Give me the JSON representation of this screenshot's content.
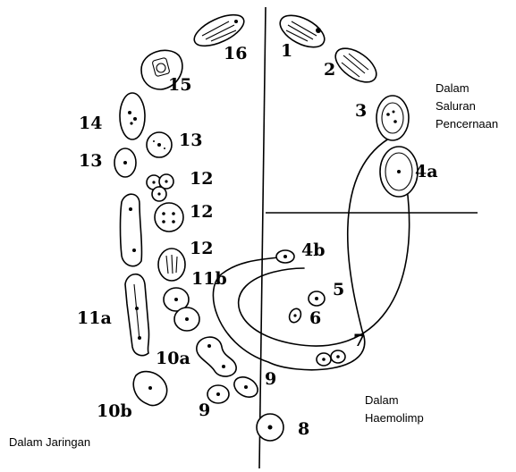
{
  "stage_labels": {
    "s1": "1",
    "s2": "2",
    "s3": "3",
    "s4a": "4a",
    "s4b": "4b",
    "s5": "5",
    "s6": "6",
    "s7": "7",
    "s8": "8",
    "s9a": "9",
    "s9b": "9",
    "s10a": "10a",
    "s10b": "10b",
    "s11a": "11a",
    "s11b": "11b",
    "s12a": "12",
    "s12b": "12",
    "s12c": "12",
    "s13a": "13",
    "s13b": "13",
    "s14": "14",
    "s15": "15",
    "s16": "16"
  },
  "regions": {
    "digestive_line1": "Dalam",
    "digestive_line2": "Saluran",
    "digestive_line3": "Pencernaan",
    "haemolymph_line1": "Dalam",
    "haemolymph_line2": "Haemolimp",
    "tissue": "Dalam Jaringan"
  }
}
